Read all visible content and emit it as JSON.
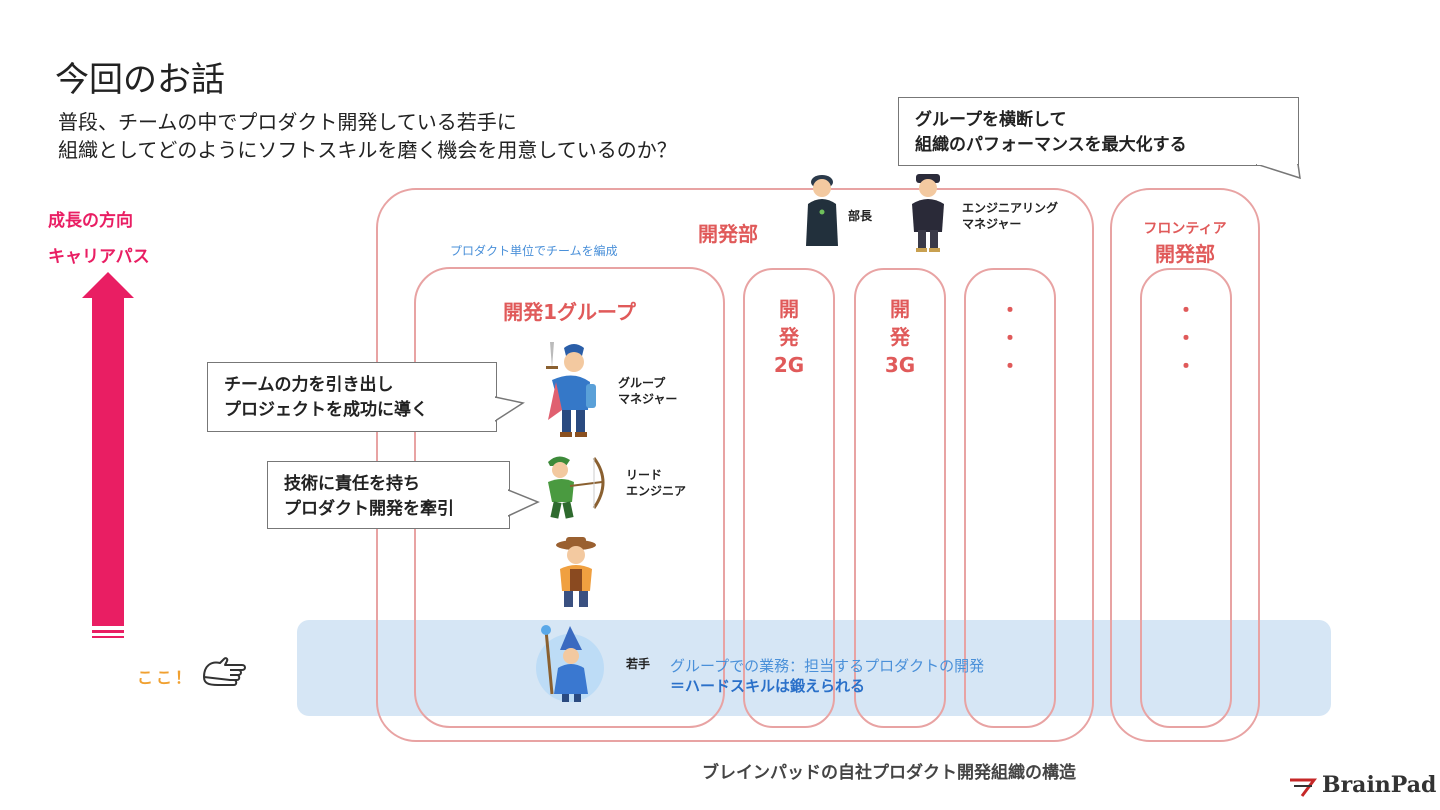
{
  "title": "今回のお話",
  "subtitle": {
    "line1": "普段、チームの中でプロダクト開発している若手に",
    "line2": "組織としてどのようにソフトスキルを磨く機会を用意しているのか？"
  },
  "growth": {
    "label1": "成長の方向",
    "label2": "キャリアパス",
    "here": "ここ！"
  },
  "callouts": {
    "top": {
      "line1": "グループを横断して",
      "line2": "組織のパフォーマンスを最大化する"
    },
    "manager": {
      "line1": "チームの力を引き出し",
      "line2": "プロジェクトを成功に導く"
    },
    "lead": {
      "line1": "技術に責任を持ち",
      "line2": "プロダクト開発を牽引"
    }
  },
  "org": {
    "dept_title": "開発部",
    "team_note": "プロダクト単位でチームを編成",
    "bucho": "部長",
    "em_line1": "エンジニアリング",
    "em_line2": "マネジャー",
    "group1": "開発1グループ",
    "group2": {
      "c1": "開",
      "c2": "発",
      "c3": "2G"
    },
    "group3": {
      "c1": "開",
      "c2": "発",
      "c3": "3G"
    },
    "ellipsis": "・",
    "frontier_line1": "フロンティア",
    "frontier_line2": "開発部"
  },
  "roles": {
    "gm_line1": "グループ",
    "gm_line2": "マネジャー",
    "lead_line1": "リード",
    "lead_line2": "エンジニア",
    "junior": "若手"
  },
  "junior_task": {
    "line1": "グループでの業務：担当するプロダクトの開発",
    "line2": "＝ハードスキルは鍛えられる"
  },
  "caption": "ブレインパッドの自社プロダクト開発組織の構造",
  "logo": "BrainPad",
  "colors": {
    "accent_pink": "#e91e63",
    "box_border": "#e8a3a3",
    "org_text": "#e05a5a",
    "blue_band": "#d6e6f5",
    "blue_text": "#4a90d9",
    "here_orange": "#f0a030"
  }
}
